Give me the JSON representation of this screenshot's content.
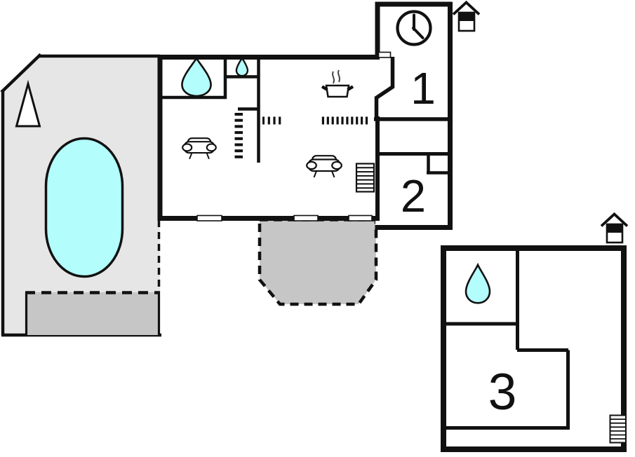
{
  "plan": {
    "kind": "holiday-house-floor-plan",
    "rooms": {
      "room1": {
        "label": "1"
      },
      "room2": {
        "label": "2"
      },
      "room3": {
        "label": "3"
      }
    }
  },
  "colors": {
    "wall": "#111111",
    "terrace": "#e6e6e6",
    "shade": "#c6c6c6",
    "water": "#b3fdfd",
    "background": "#ffffff"
  },
  "icons": [
    {
      "name": "clock-icon"
    },
    {
      "name": "chimney-icon"
    },
    {
      "name": "water-drop-icon"
    },
    {
      "name": "sofa-icon"
    },
    {
      "name": "cooking-pot-icon"
    },
    {
      "name": "radiator-icon"
    },
    {
      "name": "tree-icon"
    },
    {
      "name": "swimming-pool"
    }
  ]
}
